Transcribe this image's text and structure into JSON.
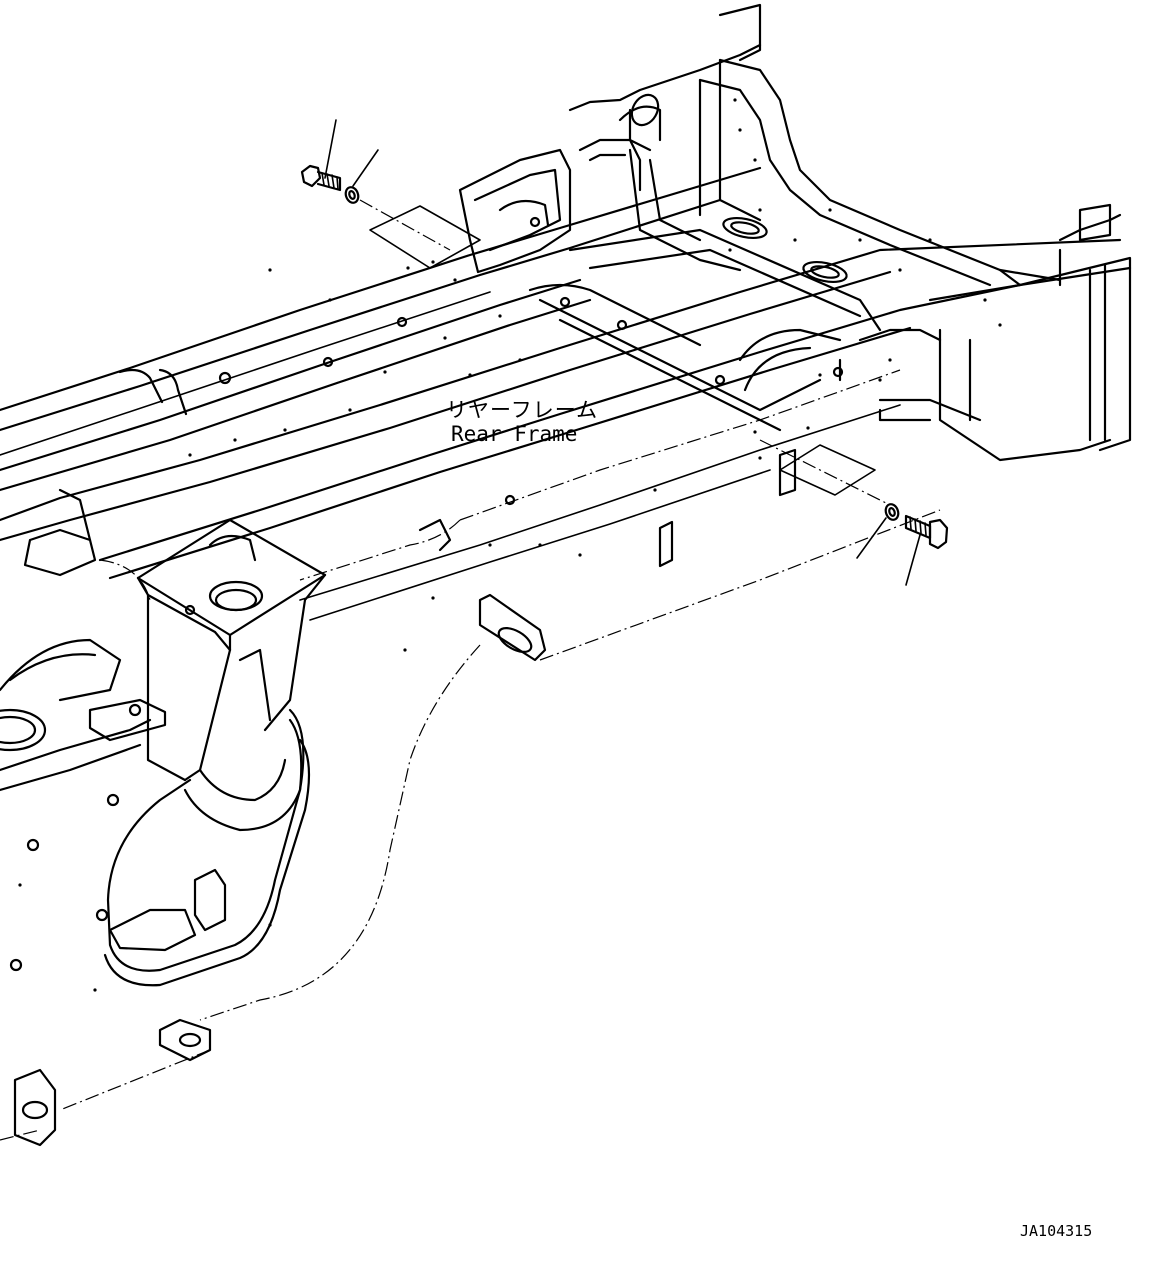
{
  "labels": {
    "rear_frame_jp": "リヤーフレーム",
    "rear_frame_en": "Rear Frame",
    "drawing_code": "JA104315"
  },
  "parts": [
    {
      "name": "bolt",
      "location": "upper-left"
    },
    {
      "name": "washer",
      "location": "upper-left"
    },
    {
      "name": "washer",
      "location": "lower-right"
    },
    {
      "name": "bolt",
      "location": "lower-right"
    }
  ]
}
